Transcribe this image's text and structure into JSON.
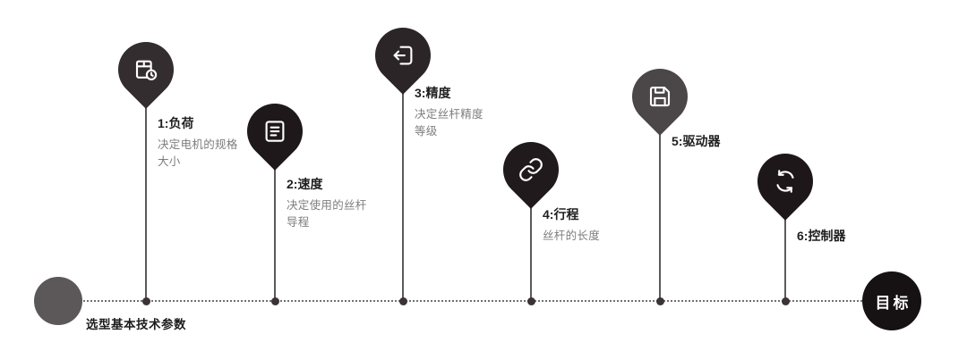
{
  "timeline": {
    "start": {
      "label": "选型基本技术参数"
    },
    "end": {
      "label": "目标"
    },
    "steps": [
      {
        "title": "1:负荷",
        "desc": "决定电机的规格大小",
        "icon": "package-clock-icon",
        "color": "#332d2f"
      },
      {
        "title": "2:速度",
        "desc": "决定使用的丝杆导程",
        "icon": "note-list-icon",
        "color": "#1e181a"
      },
      {
        "title": "3:精度",
        "desc": "决定丝杆精度等级",
        "icon": "import-box-icon",
        "color": "#2b2527"
      },
      {
        "title": "4:行程",
        "desc": "丝杆的长度",
        "icon": "link-icon",
        "color": "#201a1c"
      },
      {
        "title": "5:驱动器",
        "desc": "",
        "icon": "save-icon",
        "color": "#4b4647"
      },
      {
        "title": "6:控制器",
        "desc": "",
        "icon": "refresh-icon",
        "color": "#1d1719"
      }
    ],
    "colors": {
      "start_circle": "#5c5859",
      "end_circle": "#161112",
      "dot": "#3a3435",
      "connector_line": "#5a5a5a",
      "dotted_line": "#6f6f6f",
      "title_text": "#1f1f1f",
      "desc_text": "#7d7d7d"
    }
  }
}
